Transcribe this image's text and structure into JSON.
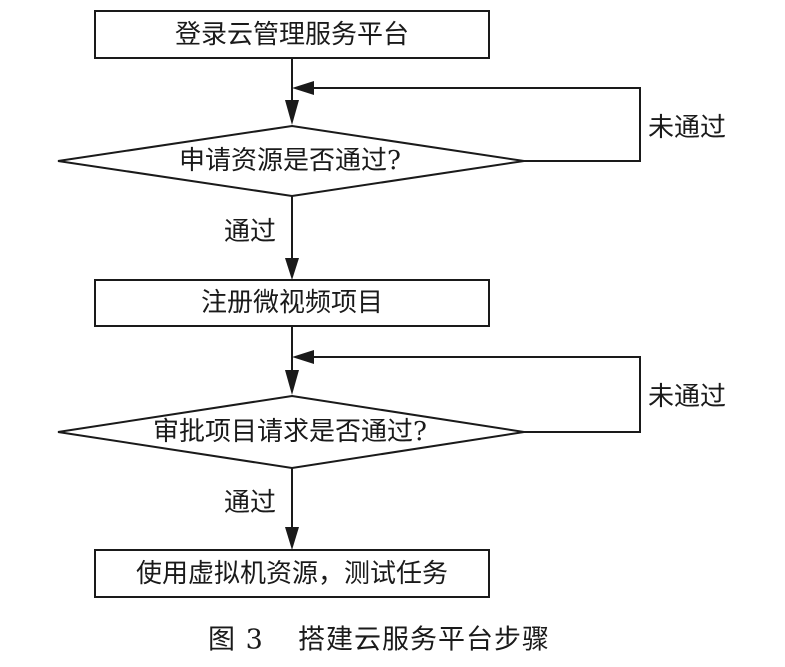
{
  "diagram": {
    "nodes": {
      "login": "登录云管理服务平台",
      "apply_check": "申请资源是否通过?",
      "register": "注册微视频项目",
      "review_check": "审批项目请求是否通过?",
      "use_test": "使用虚拟机资源，测试任务"
    },
    "edges": {
      "apply_pass": "通过",
      "apply_fail": "未通过",
      "review_pass": "通过",
      "review_fail": "未通过"
    }
  },
  "caption": {
    "label": "图 3",
    "title": "搭建云服务平台步骤"
  }
}
